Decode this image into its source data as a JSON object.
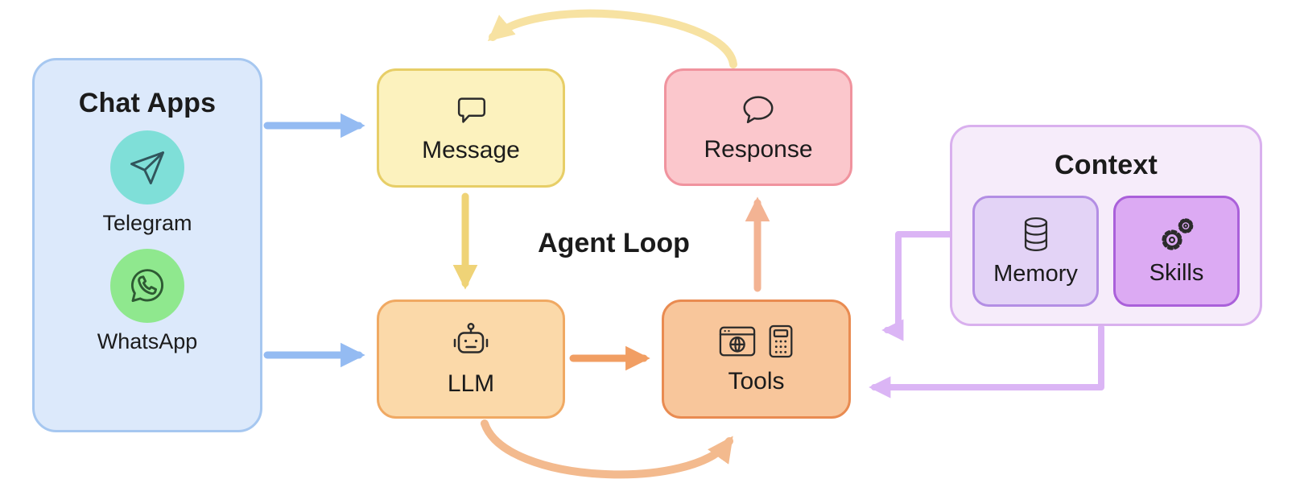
{
  "diagram": {
    "loop_label": "Agent Loop",
    "chat_apps": {
      "title": "Chat Apps",
      "items": [
        {
          "label": "Telegram",
          "icon": "telegram-icon",
          "bg": "#7fdfd8"
        },
        {
          "label": "WhatsApp",
          "icon": "whatsapp-icon",
          "bg": "#8fe88e"
        }
      ]
    },
    "nodes": {
      "message": {
        "label": "Message",
        "icon": "speech-bubble-icon"
      },
      "response": {
        "label": "Response",
        "icon": "round-speech-bubble-icon"
      },
      "llm": {
        "label": "LLM",
        "icon": "robot-icon"
      },
      "tools": {
        "label": "Tools",
        "icons": [
          "browser-icon",
          "calculator-icon"
        ]
      }
    },
    "context": {
      "title": "Context",
      "memory": {
        "label": "Memory",
        "icon": "database-icon"
      },
      "skills": {
        "label": "Skills",
        "icon": "gears-icon"
      }
    },
    "arrows": [
      {
        "from": "chat-apps",
        "to": "message",
        "color": "#94bbf2",
        "style": "straight"
      },
      {
        "from": "chat-apps",
        "to": "llm",
        "color": "#94bbf2",
        "style": "straight"
      },
      {
        "from": "message",
        "to": "llm",
        "color": "#efd377",
        "style": "straight"
      },
      {
        "from": "llm",
        "to": "tools",
        "color": "#f19e63",
        "style": "straight"
      },
      {
        "from": "tools",
        "to": "response",
        "color": "#f3b393",
        "style": "straight"
      },
      {
        "from": "response",
        "to": "message",
        "color": "#f7e2a2",
        "style": "curved-top"
      },
      {
        "from": "llm",
        "to": "tools",
        "color": "#f3ba8e",
        "style": "curved-bottom"
      },
      {
        "from": "context",
        "to": "tools",
        "color": "#dbb5f5",
        "style": "elbow-upper"
      },
      {
        "from": "context",
        "to": "tools",
        "color": "#dbb5f5",
        "style": "elbow-lower"
      }
    ],
    "colors": {
      "chat_apps_fill": "#dce9fb",
      "chat_apps_border": "#a6c7f0",
      "message_fill": "#fcf2be",
      "message_border": "#e7ce67",
      "response_fill": "#fbc7cc",
      "response_border": "#f0939e",
      "llm_fill": "#fbd9a9",
      "llm_border": "#f0a963",
      "tools_fill": "#f8c69b",
      "tools_border": "#e98b51",
      "context_fill": "#f6ecfa",
      "context_border": "#d9b0ee",
      "memory_fill": "#e3d3f6",
      "memory_border": "#b38ee4",
      "skills_fill": "#dcaaf3",
      "skills_border": "#aa60da",
      "telegram_bg": "#7fdfd8",
      "whatsapp_bg": "#8fe88e",
      "text": "#1b1b1b"
    }
  }
}
